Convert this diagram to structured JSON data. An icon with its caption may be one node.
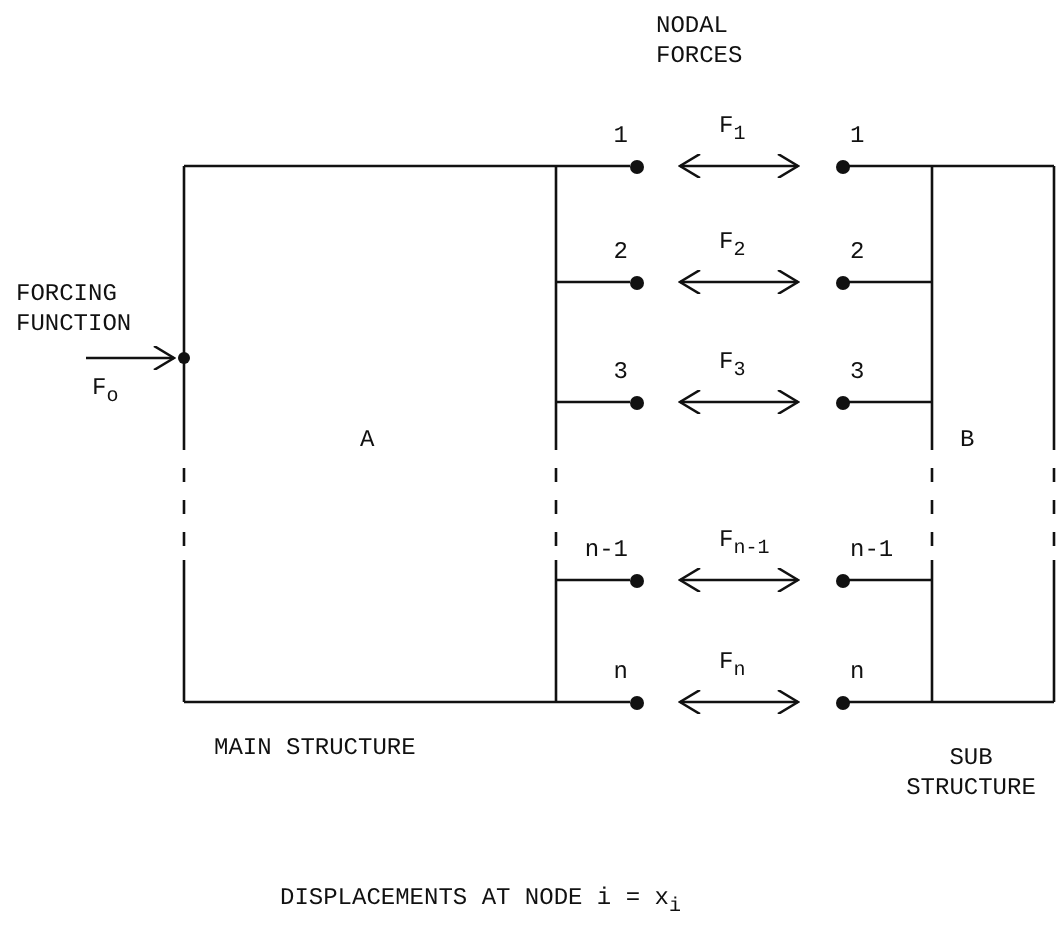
{
  "diagram": {
    "caption": "DISPLACEMENTS AT NODE i = x$_{i}$",
    "nodes": [
      {
        "text": [
          "A"
        ],
        "beside": [
          "MAIN STRUCTURE"
        ]
      },
      {
        "text": [
          "1"
        ]
      },
      {
        "text": [
          "2"
        ]
      },
      {
        "text": [
          "3"
        ]
      },
      {
        "text": [
          "n-1"
        ]
      },
      {
        "text": [
          "n"
        ]
      },
      {
        "text": [
          "1"
        ]
      },
      {
        "text": [
          "2"
        ]
      },
      {
        "text": [
          "3"
        ]
      },
      {
        "text": [
          "n-1"
        ]
      },
      {
        "text": [
          "n"
        ]
      },
      {
        "text": [
          "B"
        ],
        "beside": [
          "SUB STRUCTURE"
        ]
      }
    ],
    "edges": [
      {
        "from": null,
        "to": 0,
        "arrow": "to",
        "label": "F$_{o}$"
      },
      {
        "from": 0,
        "to": 1,
        "arrow": "none"
      },
      {
        "from": 1,
        "to": 6,
        "arrow": "both",
        "label": "F$_{1}$"
      },
      {
        "from": 6,
        "to": 11,
        "arrow": "none"
      },
      {
        "from": 0,
        "to": 2,
        "arrow": "none"
      },
      {
        "from": 2,
        "to": 7,
        "arrow": "both",
        "label": "F$_{2}$"
      },
      {
        "from": 7,
        "to": 11,
        "arrow": "none"
      },
      {
        "from": 0,
        "to": 3,
        "arrow": "none"
      },
      {
        "from": 3,
        "to": 8,
        "arrow": "both",
        "label": "F$_{3}$"
      },
      {
        "from": 8,
        "to": 11,
        "arrow": "none"
      },
      {
        "from": 0,
        "to": 4,
        "arrow": "none"
      },
      {
        "from": 4,
        "to": 9,
        "arrow": "both",
        "label": "F$_{n-1}$"
      },
      {
        "from": 9,
        "to": 11,
        "arrow": "none"
      },
      {
        "from": 0,
        "to": 5,
        "arrow": "none"
      },
      {
        "from": 5,
        "to": 10,
        "arrow": "both",
        "label": "F$_{n}$"
      },
      {
        "from": 10,
        "to": 11,
        "arrow": "none"
      }
    ],
    "labels": [
      "NODAL FORCES",
      "FORCING FUNCTION"
    ]
  }
}
